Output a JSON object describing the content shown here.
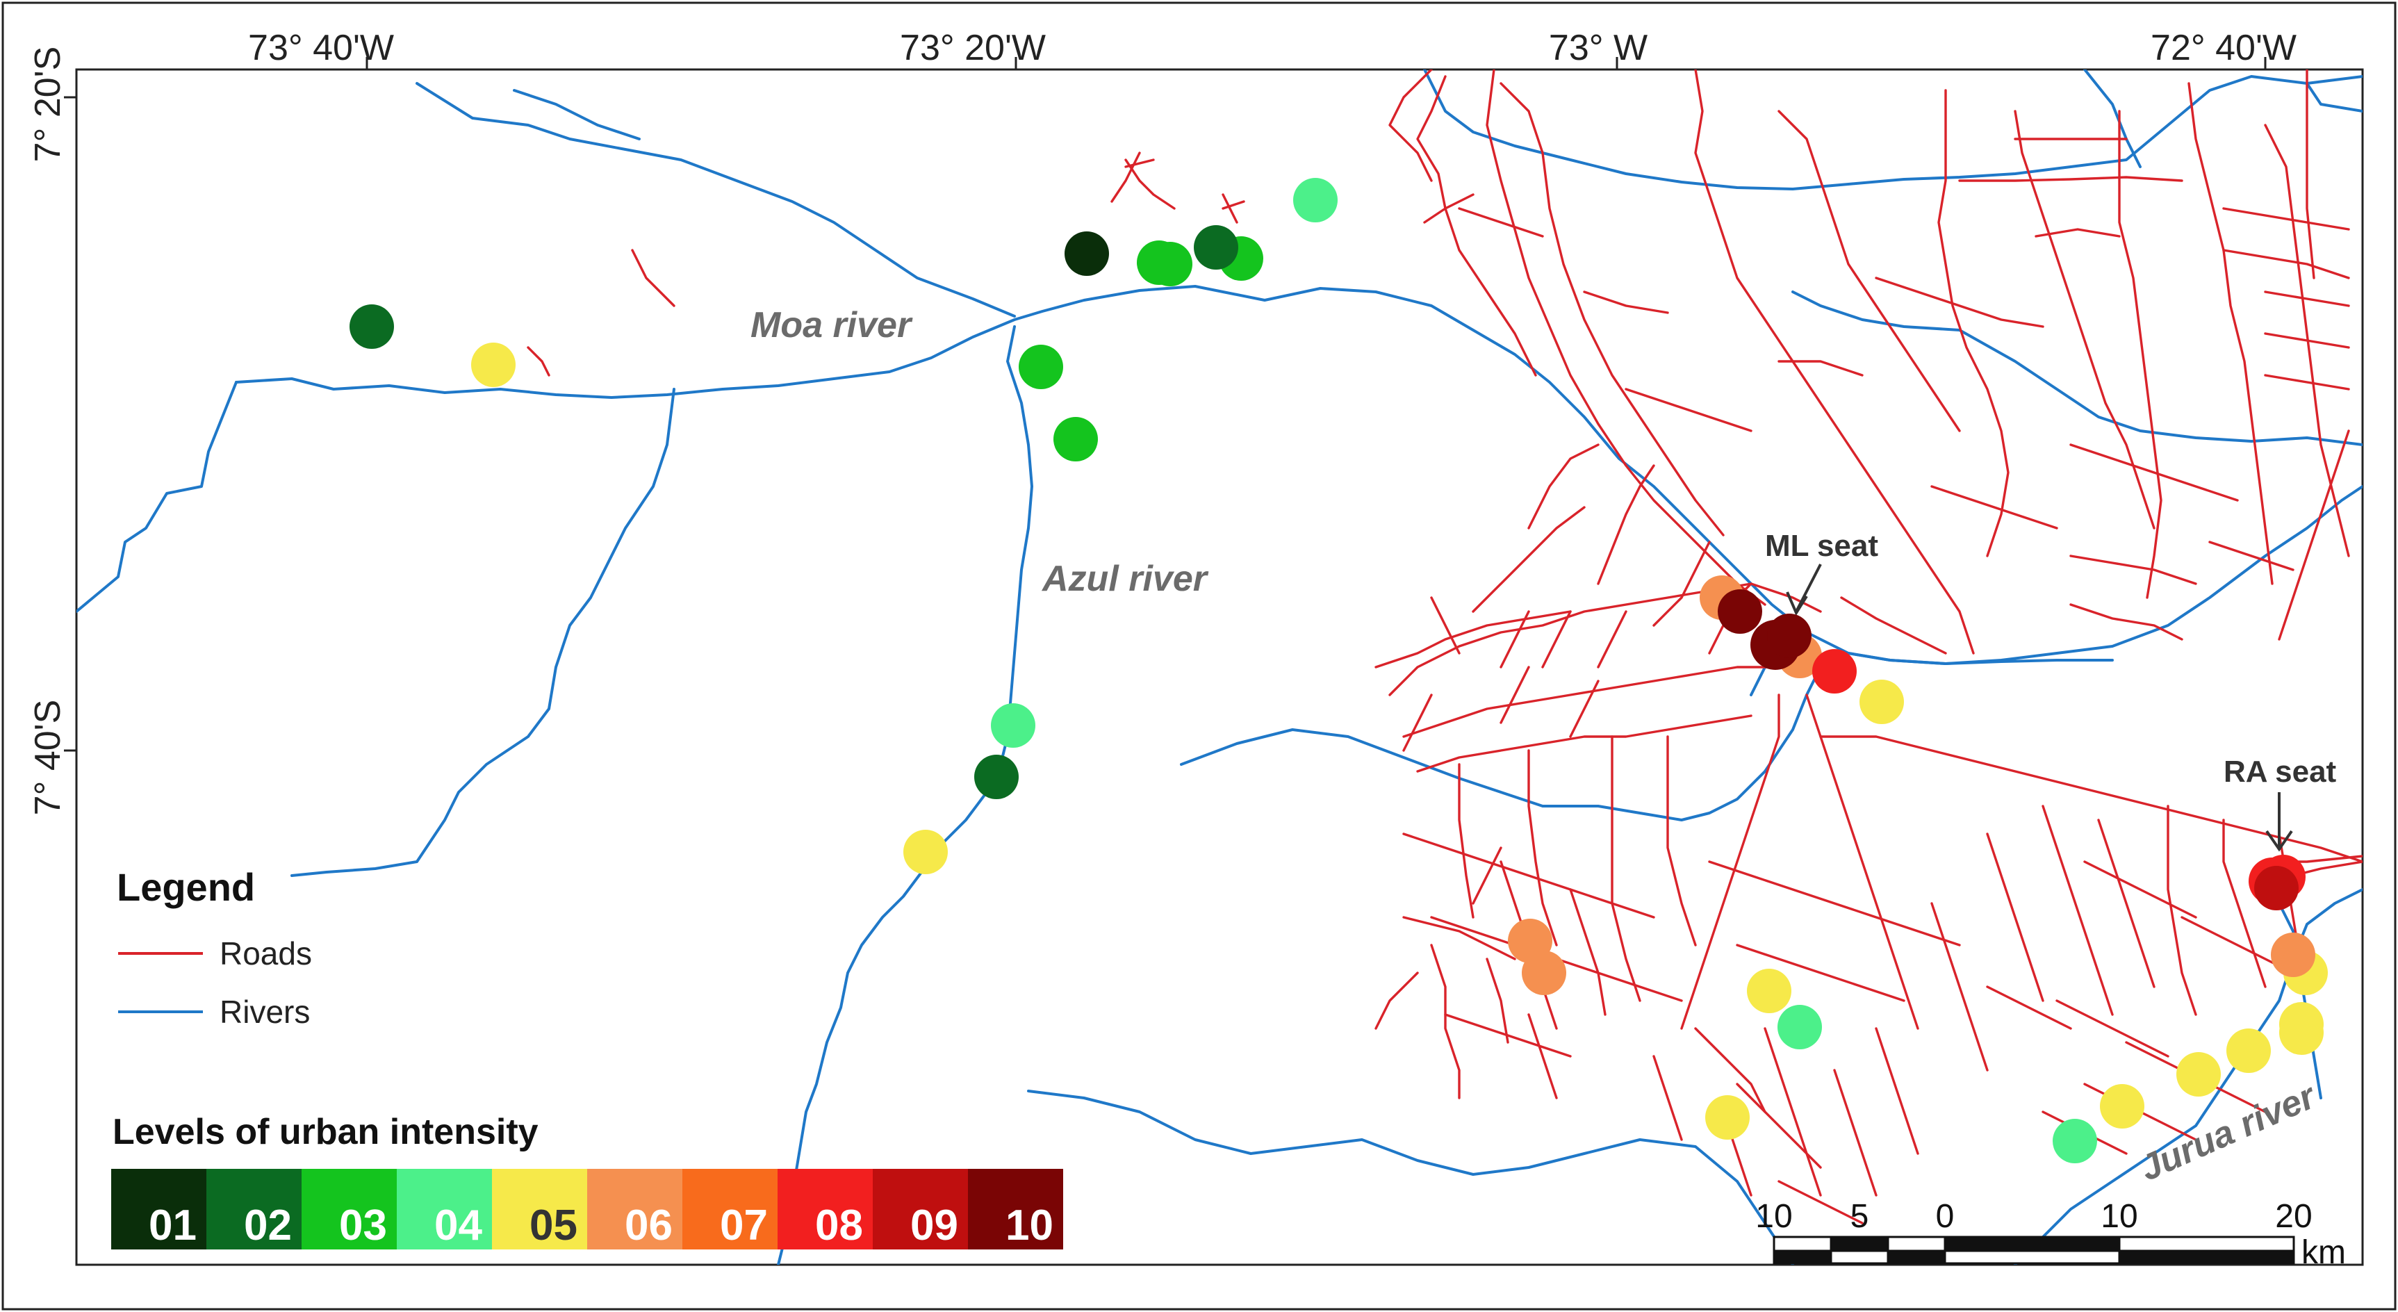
{
  "axes": {
    "top_labels": [
      "73° 40'W",
      "73° 20'W",
      "73° W",
      "72° 40'W"
    ],
    "left_labels": [
      "7° 20'S",
      "7° 40'S"
    ]
  },
  "rivers_named": {
    "moa": "Moa river",
    "azul": "Azul river",
    "jurua": "Jurua river"
  },
  "seats": {
    "ml": "ML seat",
    "ra": "RA seat"
  },
  "legend": {
    "title": "Legend",
    "roads_label": "Roads",
    "rivers_label": "Rivers",
    "roads_color": "#d9232a",
    "rivers_color": "#1f78c8"
  },
  "levels": {
    "title": "Levels of urban intensity",
    "items": [
      {
        "label": "01",
        "color": "#0a2e0a",
        "text_color": "#ffffff"
      },
      {
        "label": "02",
        "color": "#0b6b22",
        "text_color": "#ffffff"
      },
      {
        "label": "03",
        "color": "#14c41e",
        "text_color": "#ffffff"
      },
      {
        "label": "04",
        "color": "#4cf08a",
        "text_color": "#ffffff"
      },
      {
        "label": "05",
        "color": "#f6e94a",
        "text_color": "#333333"
      },
      {
        "label": "06",
        "color": "#f59050",
        "text_color": "#ffffff"
      },
      {
        "label": "07",
        "color": "#f86b1c",
        "text_color": "#ffffff"
      },
      {
        "label": "08",
        "color": "#f21f1f",
        "text_color": "#ffffff"
      },
      {
        "label": "09",
        "color": "#bf0f0f",
        "text_color": "#ffffff"
      },
      {
        "label": "10",
        "color": "#7a0505",
        "text_color": "#ffffff"
      }
    ]
  },
  "scale_bar": {
    "labels": [
      "10",
      "5",
      "0",
      "10",
      "20"
    ],
    "unit": "km"
  }
}
